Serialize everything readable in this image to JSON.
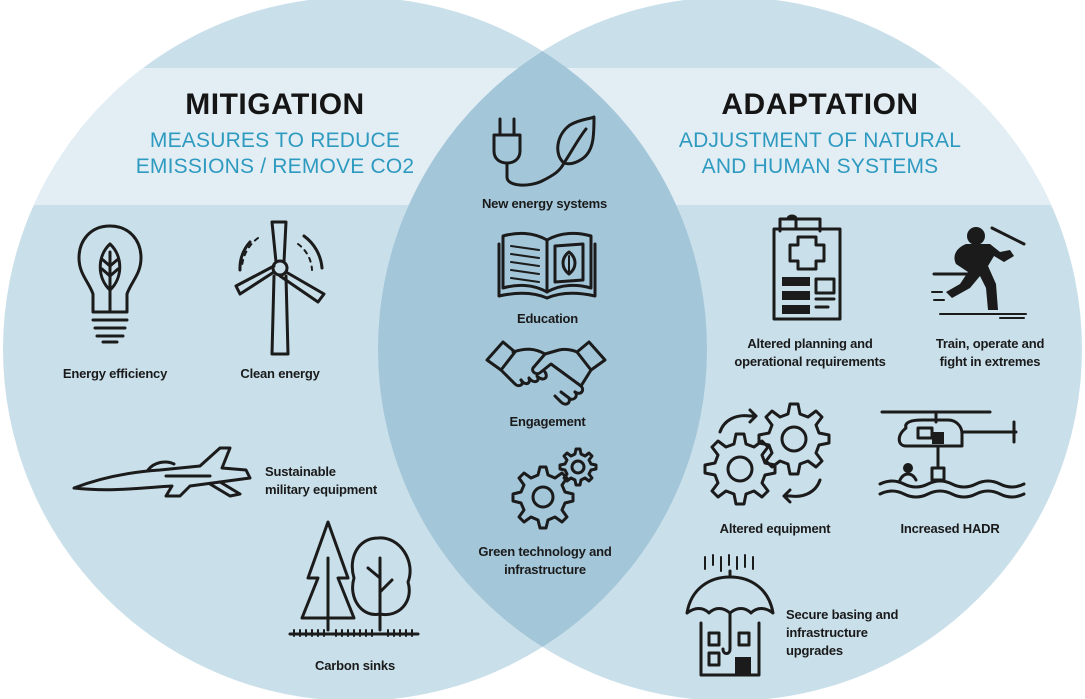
{
  "mitigation": {
    "title": "MITIGATION",
    "subtitle_line1": "MEASURES TO REDUCE",
    "subtitle_line2": "EMISSIONS / REMOVE CO2",
    "items": {
      "energy_efficiency": "Energy efficiency",
      "clean_energy": "Clean energy",
      "sustainable_line1": "Sustainable",
      "sustainable_line2": "military equipment",
      "carbon_sinks": "Carbon sinks"
    }
  },
  "adaptation": {
    "title": "ADAPTATION",
    "subtitle_line1": "ADJUSTMENT OF NATURAL",
    "subtitle_line2": "AND HUMAN SYSTEMS",
    "items": {
      "planning_line1": "Altered planning and",
      "planning_line2": "operational requirements",
      "train_line1": "Train, operate and",
      "train_line2": "fight in extremes",
      "altered_equipment": "Altered equipment",
      "hadr": "Increased HADR",
      "basing_line1": "Secure basing and",
      "basing_line2": "infrastructure",
      "basing_line3": "upgrades"
    }
  },
  "shared": {
    "new_energy": "New energy systems",
    "education": "Education",
    "engagement": "Engagement",
    "green_line1": "Green technology and",
    "green_line2": "infrastructure"
  },
  "colors": {
    "circle_fill": "#c9dfea",
    "overlap_fill": "#a3c6d9",
    "band_fill": "#e2eef4",
    "subtitle": "#2f9ac0",
    "icon_stroke": "#1b1b1b"
  },
  "icons": [
    "lightbulb-leaf-icon",
    "wind-turbine-icon",
    "fighter-jet-icon",
    "trees-icon",
    "plug-leaf-icon",
    "book-leaf-icon",
    "handshake-icon",
    "gears-icon",
    "clipboard-medical-icon",
    "soldier-icon",
    "gears-arrows-icon",
    "helicopter-rescue-icon",
    "umbrella-building-icon"
  ]
}
